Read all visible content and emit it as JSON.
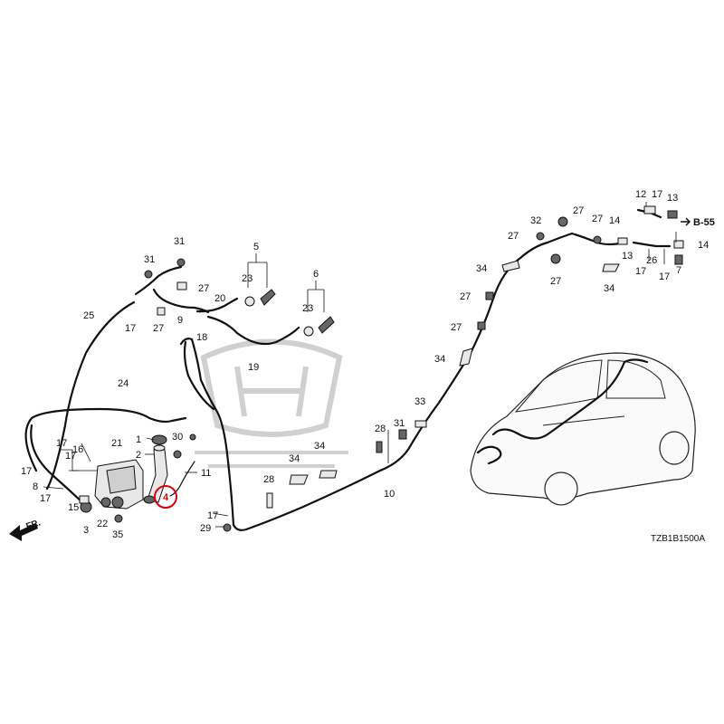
{
  "diagram": {
    "code": "TZB1B1500A",
    "ref_code": "B-55",
    "direction_label": "FR.",
    "callouts": [
      {
        "id": "1",
        "text": "1"
      },
      {
        "id": "2",
        "text": "2"
      },
      {
        "id": "3",
        "text": "3"
      },
      {
        "id": "4",
        "text": "4"
      },
      {
        "id": "5",
        "text": "5"
      },
      {
        "id": "6",
        "text": "6"
      },
      {
        "id": "7",
        "text": "7"
      },
      {
        "id": "8",
        "text": "8"
      },
      {
        "id": "9",
        "text": "9"
      },
      {
        "id": "10",
        "text": "10"
      },
      {
        "id": "11",
        "text": "11"
      },
      {
        "id": "12",
        "text": "12"
      },
      {
        "id": "13a",
        "text": "13"
      },
      {
        "id": "13b",
        "text": "13"
      },
      {
        "id": "14a",
        "text": "14"
      },
      {
        "id": "14b",
        "text": "14"
      },
      {
        "id": "15",
        "text": "15"
      },
      {
        "id": "16",
        "text": "16"
      },
      {
        "id": "17a",
        "text": "17"
      },
      {
        "id": "17b",
        "text": "17"
      },
      {
        "id": "17c",
        "text": "17"
      },
      {
        "id": "17d",
        "text": "17"
      },
      {
        "id": "17e",
        "text": "17"
      },
      {
        "id": "17f",
        "text": "17"
      },
      {
        "id": "17g",
        "text": "17"
      },
      {
        "id": "17h",
        "text": "17"
      },
      {
        "id": "17i",
        "text": "17"
      },
      {
        "id": "18",
        "text": "18"
      },
      {
        "id": "19",
        "text": "19"
      },
      {
        "id": "20",
        "text": "20"
      },
      {
        "id": "21",
        "text": "21"
      },
      {
        "id": "22",
        "text": "22"
      },
      {
        "id": "23a",
        "text": "23"
      },
      {
        "id": "23b",
        "text": "23"
      },
      {
        "id": "24",
        "text": "24"
      },
      {
        "id": "25",
        "text": "25"
      },
      {
        "id": "26",
        "text": "26"
      },
      {
        "id": "27a",
        "text": "27"
      },
      {
        "id": "27b",
        "text": "27"
      },
      {
        "id": "27c",
        "text": "27"
      },
      {
        "id": "27d",
        "text": "27"
      },
      {
        "id": "27e",
        "text": "27"
      },
      {
        "id": "27f",
        "text": "27"
      },
      {
        "id": "27g",
        "text": "27"
      },
      {
        "id": "27h",
        "text": "27"
      },
      {
        "id": "28a",
        "text": "28"
      },
      {
        "id": "28b",
        "text": "28"
      },
      {
        "id": "29",
        "text": "29"
      },
      {
        "id": "30",
        "text": "30"
      },
      {
        "id": "31a",
        "text": "31"
      },
      {
        "id": "31b",
        "text": "31"
      },
      {
        "id": "31c",
        "text": "31"
      },
      {
        "id": "32",
        "text": "32"
      },
      {
        "id": "33",
        "text": "33"
      },
      {
        "id": "34a",
        "text": "34"
      },
      {
        "id": "34b",
        "text": "34"
      },
      {
        "id": "34c",
        "text": "34"
      },
      {
        "id": "34d",
        "text": "34"
      },
      {
        "id": "34e",
        "text": "34"
      },
      {
        "id": "35",
        "text": "35"
      }
    ],
    "highlight_color": "#d8000f"
  }
}
